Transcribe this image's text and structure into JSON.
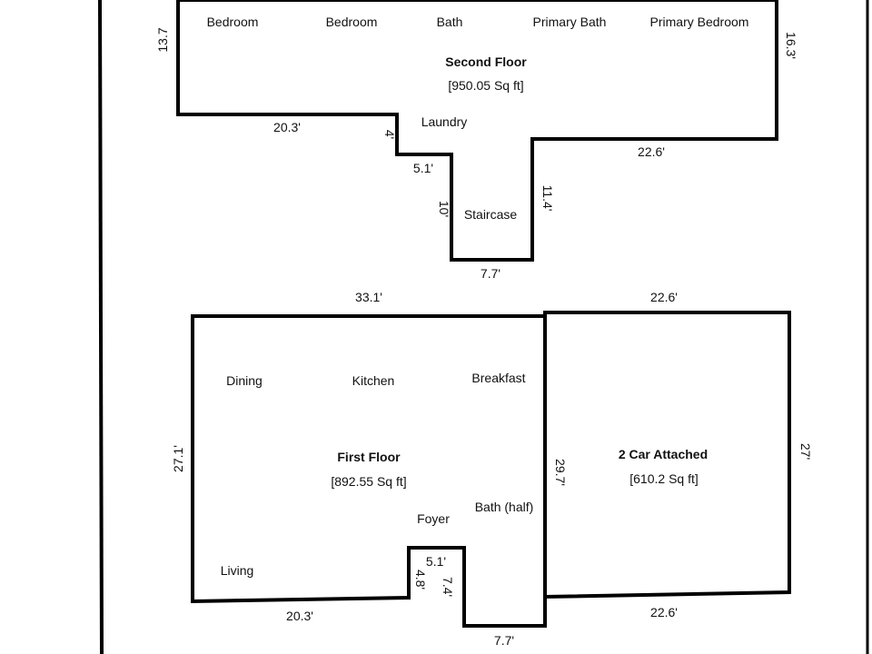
{
  "second_floor": {
    "title": "Second Floor",
    "area": "[950.05 Sq ft]",
    "rooms": [
      "Bedroom",
      "Bedroom",
      "Bath",
      "Primary Bath",
      "Primary Bedroom",
      "Laundry",
      "Staircase"
    ],
    "dimensions": {
      "left": "13.7",
      "right": "16.3'",
      "bottom_left": "20.3'",
      "laundry_step": "4'",
      "laundry_width": "5.1'",
      "stair_left": "10'",
      "stair_right": "11.4'",
      "stair_bottom": "7.7'",
      "bottom_right": "22.6'"
    }
  },
  "first_floor": {
    "title": "First Floor",
    "area": "[892.55 Sq ft]",
    "rooms": [
      "Dining",
      "Kitchen",
      "Breakfast",
      "Foyer",
      "Bath (half)",
      "Living"
    ],
    "dimensions": {
      "top": "33.1'",
      "left": "27.1'",
      "bottom_left": "20.3'",
      "step_left": "4.8'",
      "step_top": "5.1'",
      "step_right": "7.4'",
      "bottom": "7.7'",
      "shared": "29.7'"
    }
  },
  "garage": {
    "title": "2 Car Attached",
    "area": "[610.2 Sq ft]",
    "dimensions": {
      "top": "22.6'",
      "right": "27'",
      "bottom": "22.6'"
    }
  }
}
